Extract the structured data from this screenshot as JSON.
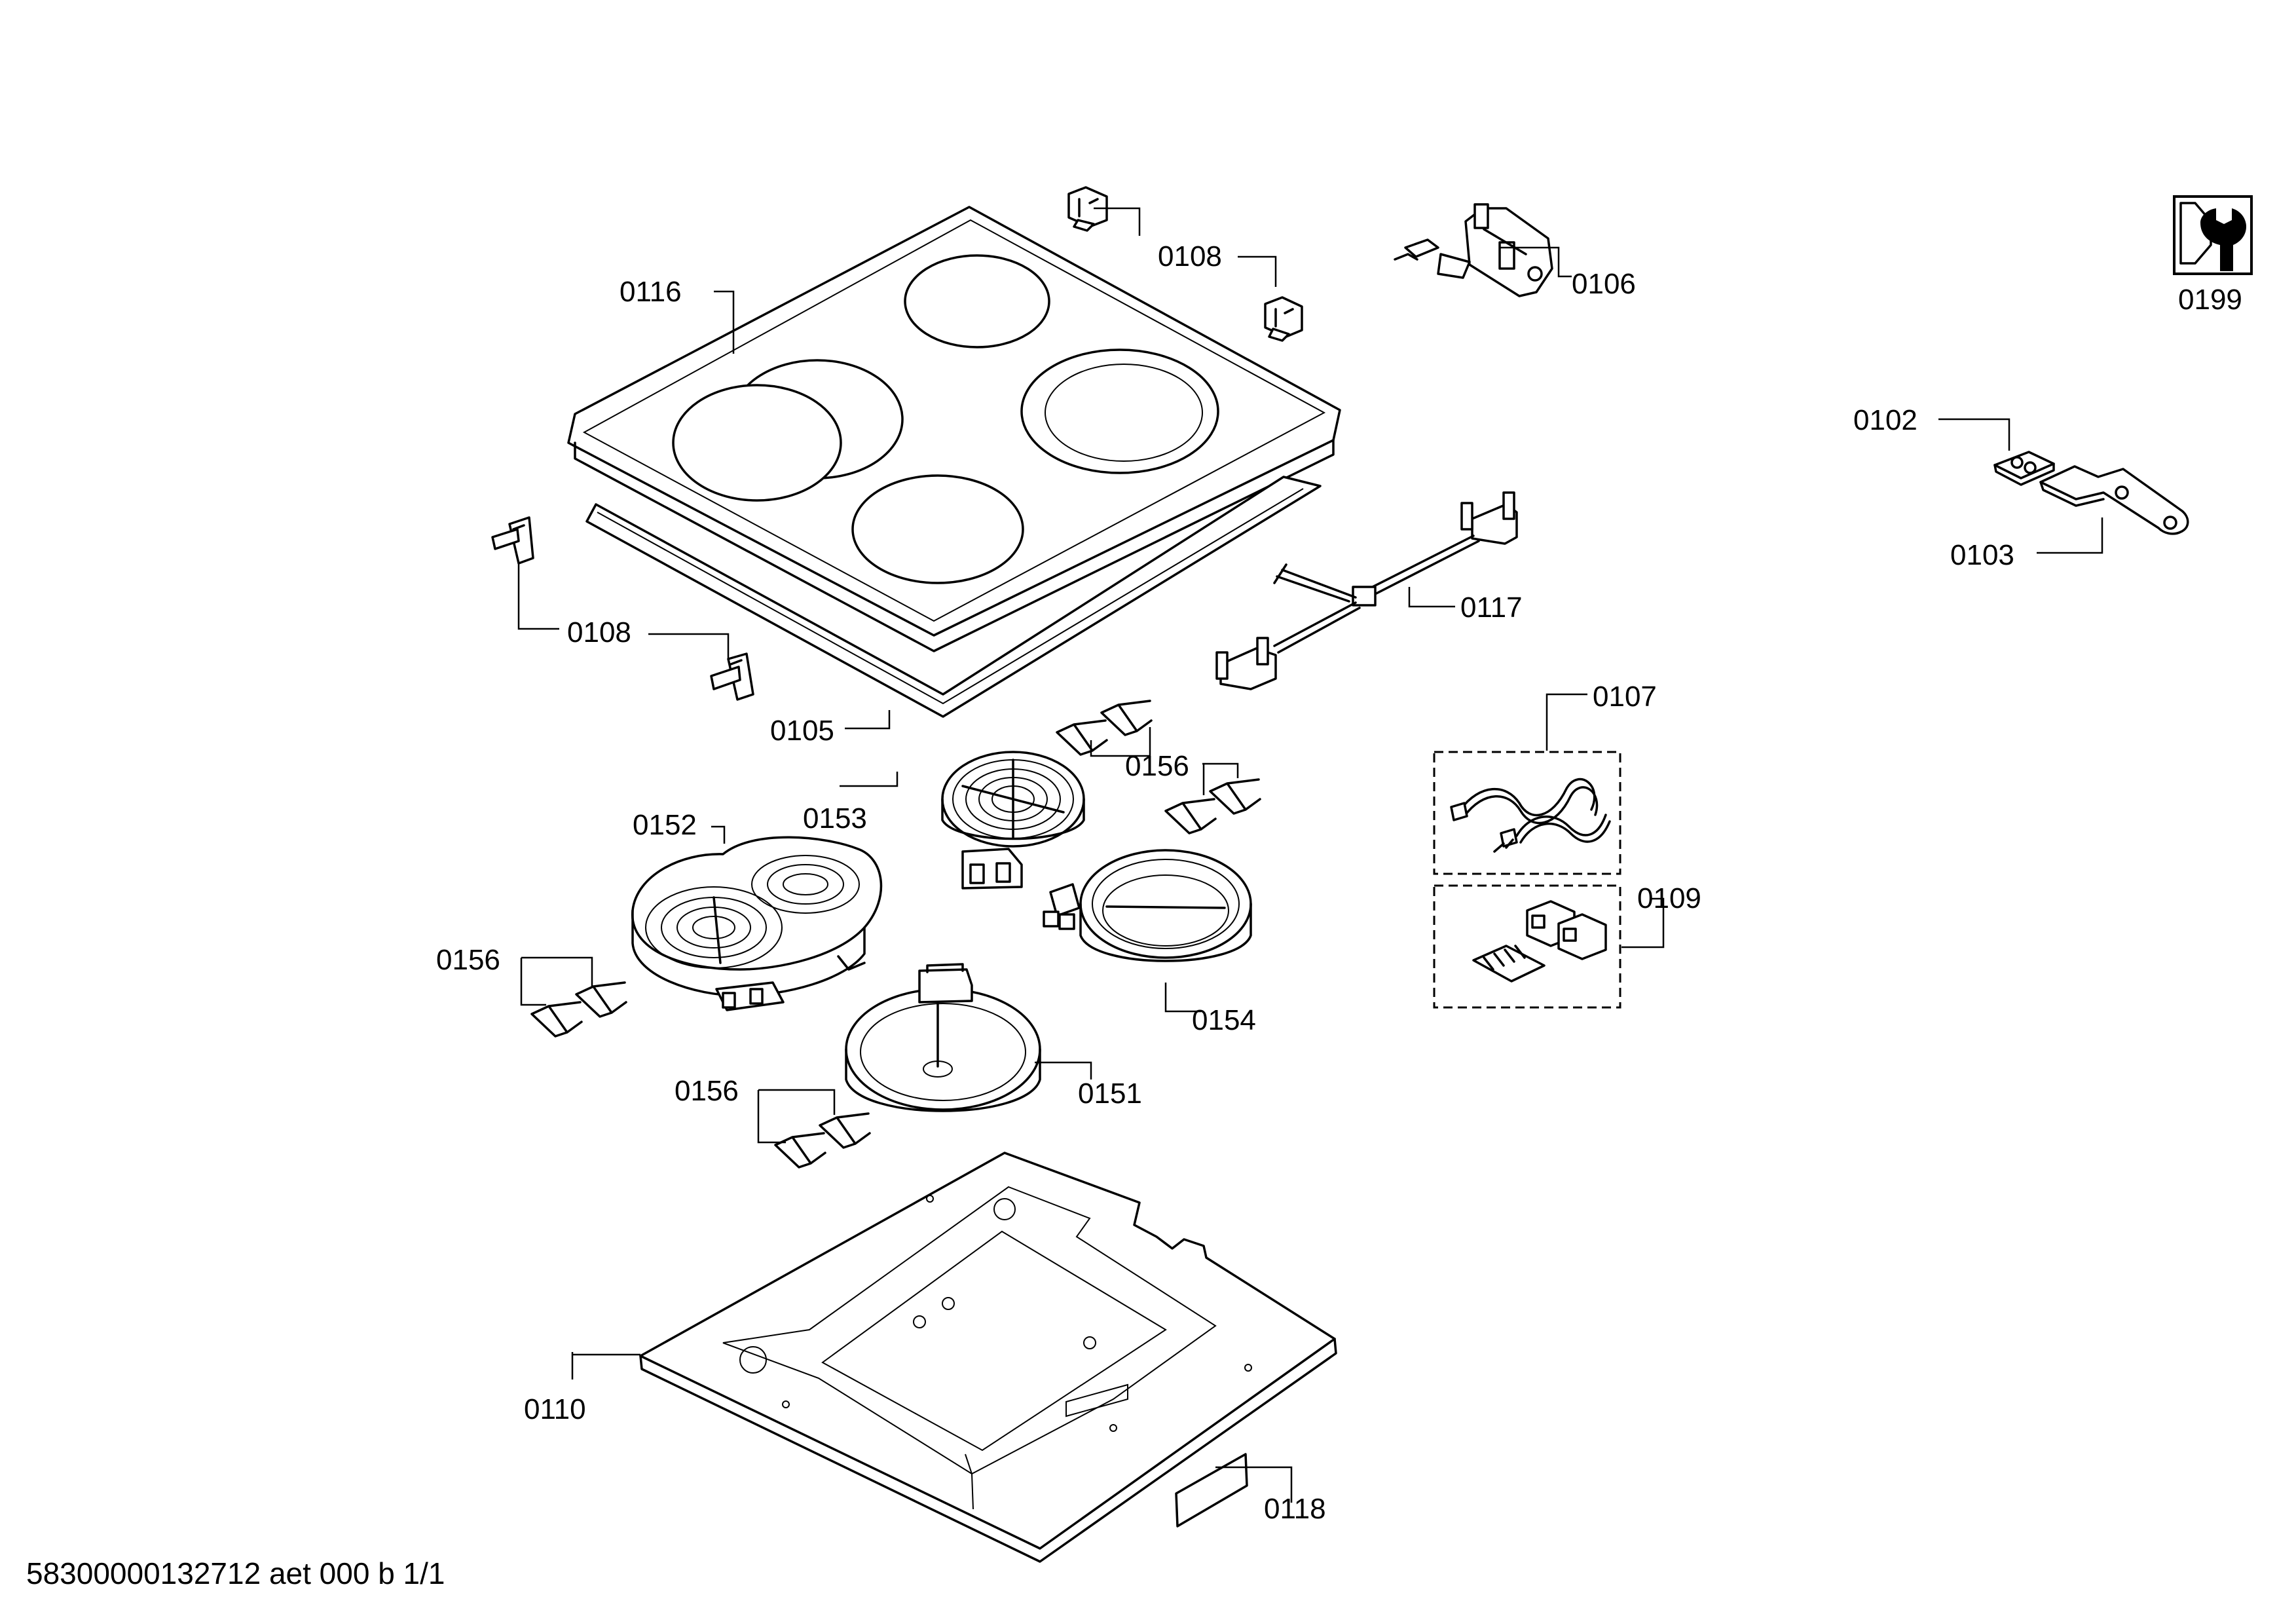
{
  "labels": {
    "p0116": "0116",
    "p0108_top": "0108",
    "p0106": "0106",
    "p0199": "0199",
    "p0102": "0102",
    "p0103": "0103",
    "p0117": "0117",
    "p0108_left": "0108",
    "p0105": "0105",
    "p0107": "0107",
    "p0156_a": "0156",
    "p0153": "0153",
    "p0152": "0152",
    "p0109": "0109",
    "p0156_b": "0156",
    "p0154": "0154",
    "p0151": "0151",
    "p0156_c": "0156",
    "p0110": "0110",
    "p0118": "0118"
  },
  "footer": "58300000132712 aet 000 b 1/1"
}
